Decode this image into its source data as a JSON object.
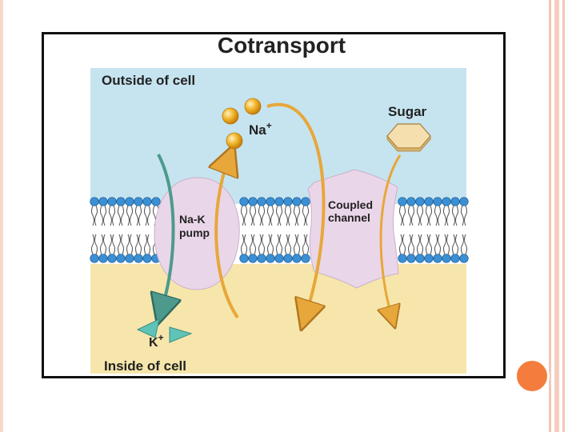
{
  "diagram": {
    "title": "Cotransport",
    "outside_label": "Outside of cell",
    "inside_label": "Inside of cell",
    "na_label": "Na",
    "na_charge": "+",
    "k_label": "K",
    "k_charge": "+",
    "pump_label_line1": "Na-K",
    "pump_label_line2": "pump",
    "channel_label_line1": "Coupled",
    "channel_label_line2": "channel",
    "sugar_label": "Sugar"
  },
  "colors": {
    "outside": "#c6e4ef",
    "inside": "#f6e6ab",
    "membrane_head": "#3c8fd3",
    "protein": "#ead6e9",
    "na_ball": "#f1b326",
    "k_triangle": "#5fc3b7",
    "arrow_orange": "#e7a73a",
    "arrow_teal": "#4d9a8c",
    "sugar": "#f6dfae",
    "accent": "#f47c3c"
  }
}
